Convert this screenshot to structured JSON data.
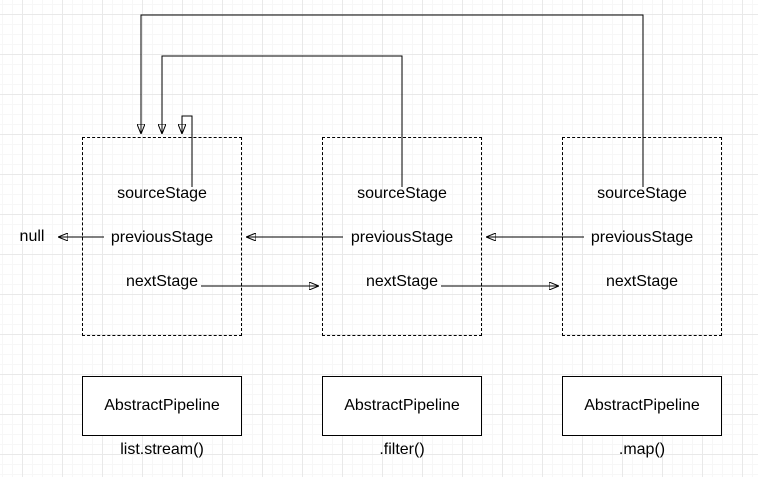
{
  "diagram": {
    "null_label": "null",
    "stages": [
      {
        "fields": [
          "sourceStage",
          "previousStage",
          "nextStage"
        ],
        "class_name": "AbstractPipeline",
        "caption": "list.stream()"
      },
      {
        "fields": [
          "sourceStage",
          "previousStage",
          "nextStage"
        ],
        "class_name": "AbstractPipeline",
        "caption": ".filter()"
      },
      {
        "fields": [
          "sourceStage",
          "previousStage",
          "nextStage"
        ],
        "class_name": "AbstractPipeline",
        "caption": ".map()"
      }
    ],
    "colors": {
      "line": "#000000",
      "text": "#000000",
      "background": "#ffffff",
      "grid_major": "#e9e9e9",
      "grid_minor": "#f7f7f7"
    }
  }
}
